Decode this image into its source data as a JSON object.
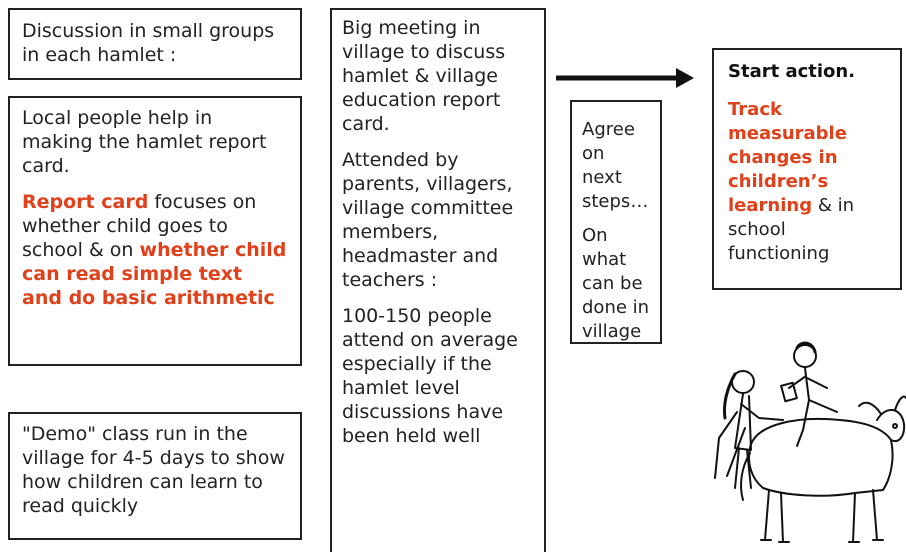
{
  "boxes": {
    "discussion": "Discussion in small groups in each hamlet :",
    "report": {
      "p1": "Local people help in making the hamlet report card.",
      "p2_red1": "Report card",
      "p2_text": " focuses on whether child goes to school & on ",
      "p2_red2": "whether child can read simple text and do basic arithmetic"
    },
    "demo": "\"Demo\" class run in the village for 4-5 days to show how children can learn to read quickly",
    "meeting": {
      "p1": "Big meeting in village to discuss hamlet & village education report card.",
      "p2": "Attended by parents, villagers, village committee members, headmaster and teachers :",
      "p3": "100-150 people attend on average especially if the hamlet level discussions have been held well"
    },
    "agree": {
      "p1": "Agree on next steps…",
      "p2": "On what can be done in village"
    },
    "action": {
      "title": "Start action.",
      "red": "Track measurable changes in children’s learning",
      "tail": " & in school functioning"
    }
  },
  "colors": {
    "accent": "#e0401a",
    "border": "#222222"
  },
  "icons": {
    "arrow": "right-arrow-icon",
    "illustration": "children-with-cow-sketch"
  }
}
